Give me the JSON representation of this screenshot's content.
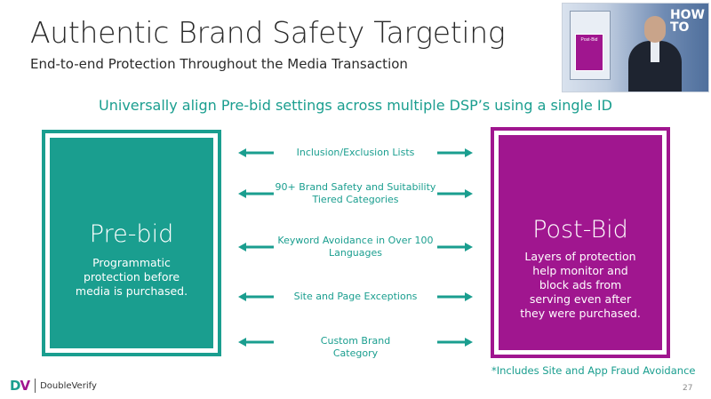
{
  "slide": {
    "title": "Authentic Brand Safety Targeting",
    "subtitle": "End-to-end Protection Throughout the Media Transaction",
    "tagline": "Universally align Pre-bid settings across multiple DSP’s using a single ID",
    "footnote": "*Includes Site and App Fraud Avoidance",
    "page_number": "27",
    "colors": {
      "teal": "#1a9e8f",
      "magenta": "#a0168f"
    }
  },
  "pre_bid": {
    "title": "Pre-bid",
    "description": "Programmatic\nprotection before\nmedia is purchased."
  },
  "post_bid": {
    "title": "Post-Bid",
    "description": "Layers of protection\nhelp monitor and\nblock ads from\nserving even after\nthey were purchased."
  },
  "features": [
    {
      "label": "Inclusion/Exclusion Lists"
    },
    {
      "label": "90+ Brand Safety and Suitability\nTiered Categories"
    },
    {
      "label": "Keyword Avoidance in Over 100\nLanguages"
    },
    {
      "label": "Site and Page Exceptions"
    },
    {
      "label": "Custom Brand\nCategory"
    }
  ],
  "logo": {
    "mark_d": "D",
    "mark_v": "V",
    "name": "DoubleVerify"
  },
  "video_overlay": {
    "sign_text": "HOW\nTO",
    "card_label": "Post-Bid",
    "icons": [
      "presenter-video"
    ]
  }
}
